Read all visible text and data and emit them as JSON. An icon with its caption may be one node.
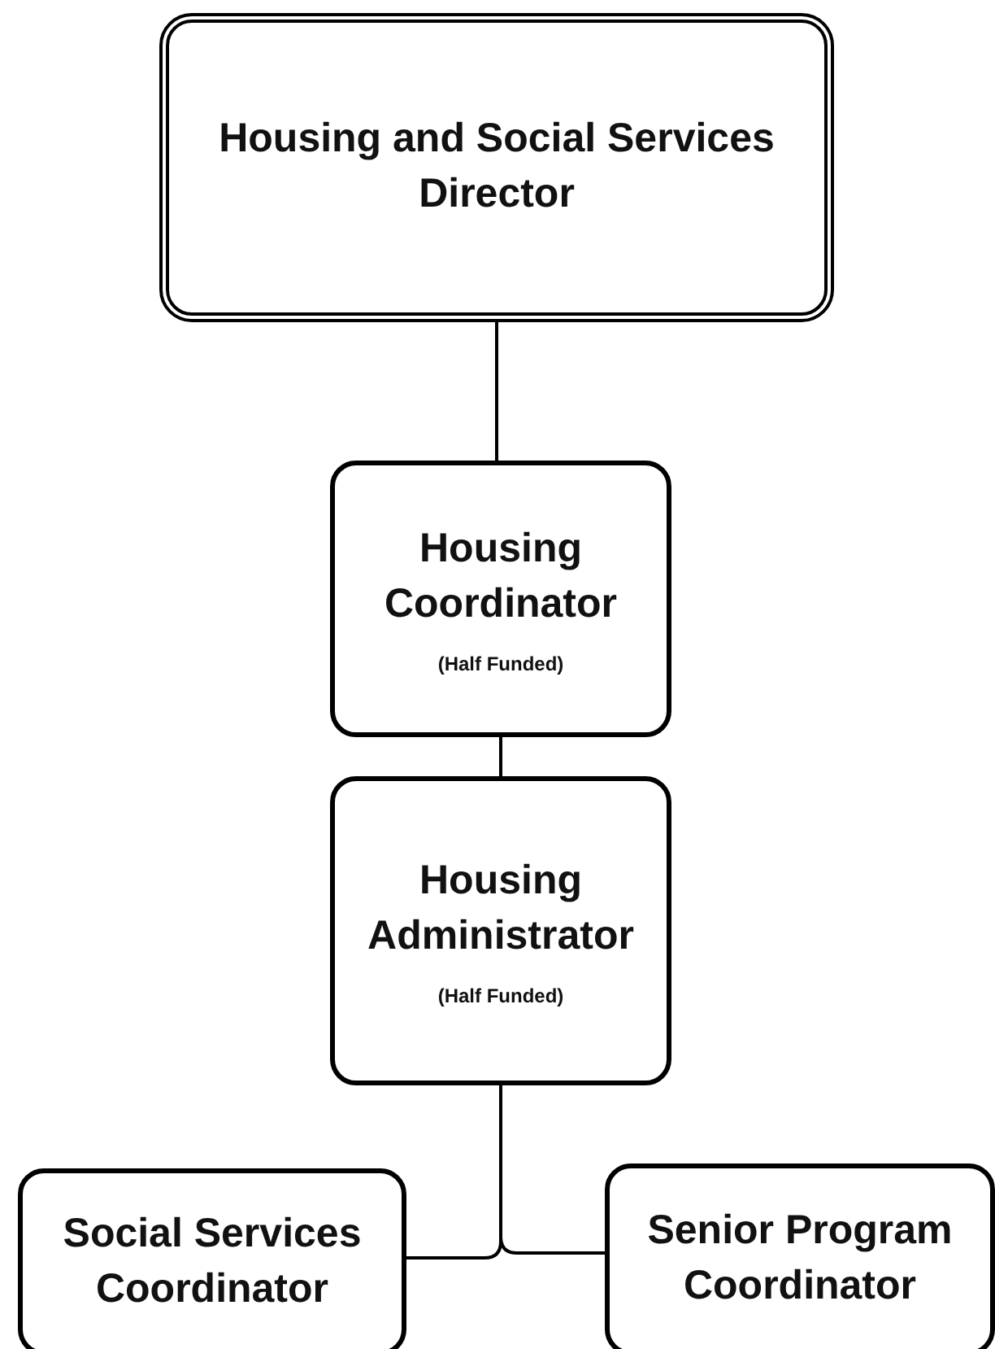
{
  "diagram": {
    "nodes": [
      {
        "text": [
          "Housing and Social Services Director"
        ]
      },
      {
        "text": [
          "Housing Coordinator",
          "(Half Funded)"
        ]
      },
      {
        "text": [
          "Housing Administrator",
          "(Half Funded)"
        ]
      },
      {
        "text": [
          "Social Services Coordinator"
        ]
      },
      {
        "text": [
          "Senior Program Coordinator"
        ]
      }
    ],
    "edges": [
      {
        "from": 0,
        "to": 1,
        "arrow": "none"
      },
      {
        "from": 1,
        "to": 2,
        "arrow": "none"
      },
      {
        "from": 2,
        "to": 3,
        "arrow": "none"
      },
      {
        "from": 2,
        "to": 4,
        "arrow": "none"
      }
    ]
  }
}
